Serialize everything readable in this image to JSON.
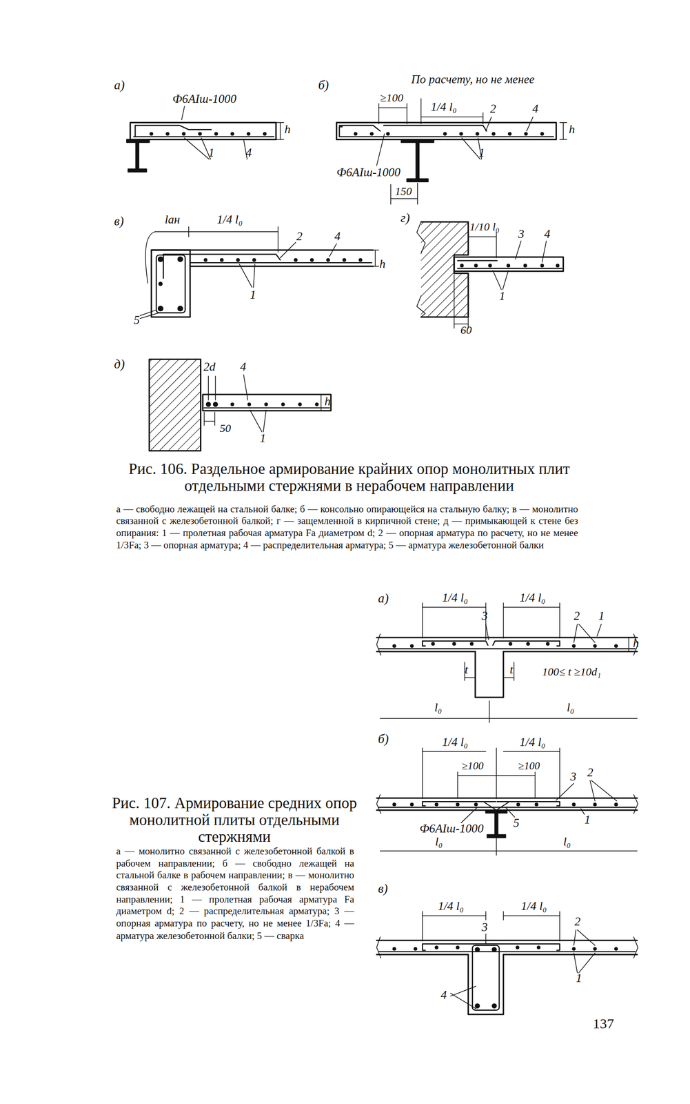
{
  "diagram": {
    "labels": [
      "а)",
      "Ф6АIш-1000",
      "h",
      "1",
      "4",
      "б)",
      "По расчету, но не менее",
      "≥100",
      "1/4 l₀",
      "2",
      "4",
      "h",
      "1",
      "Ф6АIш-1000",
      "150",
      "в)",
      "lан",
      "1/4 l₀",
      "2",
      "4",
      "h",
      "1",
      "5",
      "г)",
      "1/10 l₀",
      "3",
      "4",
      "1",
      "60",
      "д)",
      "2d",
      "4",
      "h",
      "50",
      "1",
      "Рис. 106. Раздельное армирование крайних опор монолитных плит отдельными стержнями в нерабочем направлении",
      "а — свободно лежащей на стальной балке; б — консольно опирающейся на стальную балку; в — монолитно связанной с железобетонной балкой; г — защемленной в кирпичной стене; д — примыкающей к стене без опирания: 1 — пролетная рабочая арматура Fа диаметром d; 2 — опорная арматура по расчету, но не менее 1/3Fа; 3 — опорная арматура; 4 — распределительная арматура; 5 — арматура железобетонной балки",
      "а)",
      "1/4 l₀",
      "1/4 l₀",
      "3",
      "2",
      "1",
      "h",
      "t",
      "t",
      "100≤ t ≥10d₁",
      "l₀",
      "l₀",
      "б)",
      "1/4 l₀",
      "1/4 l₀",
      "≥100",
      "≥100",
      "3",
      "2",
      "1",
      "Ф6АIш-1000",
      "5",
      "l₀",
      "l₀",
      "в)",
      "1/4 l₀",
      "1/4 l₀",
      "3",
      "2",
      "1",
      "4",
      "Рис. 107. Армирование средних опор монолитной плиты отдельными стержнями",
      "а — монолитно связанной с железобетонной балкой в рабочем направлении; б — свободно лежащей на стальной балке в рабочем направлении; в — монолитно связанной с железобетонной балкой в нерабочем направлении; 1 — пролетная рабочая арматура Fа диаметром d; 2 — распределительная арматура; 3 — опорная арматура по расчету, но не менее 1/3Fа; 4 — арматура железобетонной балки; 5 — сварка",
      "137"
    ]
  }
}
